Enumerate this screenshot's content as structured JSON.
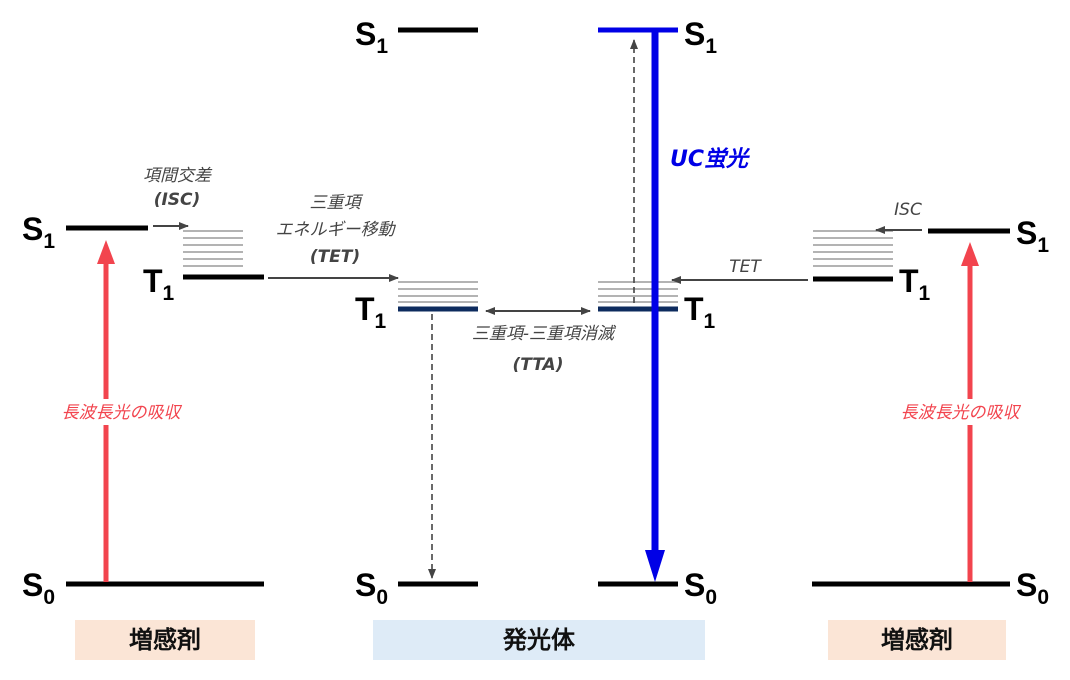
{
  "levels": {
    "S1": {
      "main": "S",
      "sub": "1"
    },
    "T1": {
      "main": "T",
      "sub": "1"
    },
    "S0": {
      "main": "S",
      "sub": "0"
    }
  },
  "annotations": {
    "isc_left_line1": "項間交差",
    "isc_left_line2": "(ISC)",
    "tet_left_line1": "三重項",
    "tet_left_line2": "エネルギー移動",
    "tet_left_line3": "(TET)",
    "tta_line1": "三重項-三重項消滅",
    "tta_line2": "(TTA)",
    "isc_right": "ISC",
    "tet_right": "TET",
    "absorption": "長波長光の吸収",
    "uc_fluorescence": "UC蛍光"
  },
  "boxes": {
    "sensitizer": "増感剤",
    "emitter": "発光体"
  },
  "colors": {
    "absorption_arrow": "#f2444e",
    "uc_arrow": "#0000e6",
    "emitter_triplet": "#0d2b5e",
    "sensitizer_box": "#fbe5d6",
    "emitter_box": "#deebf7"
  }
}
